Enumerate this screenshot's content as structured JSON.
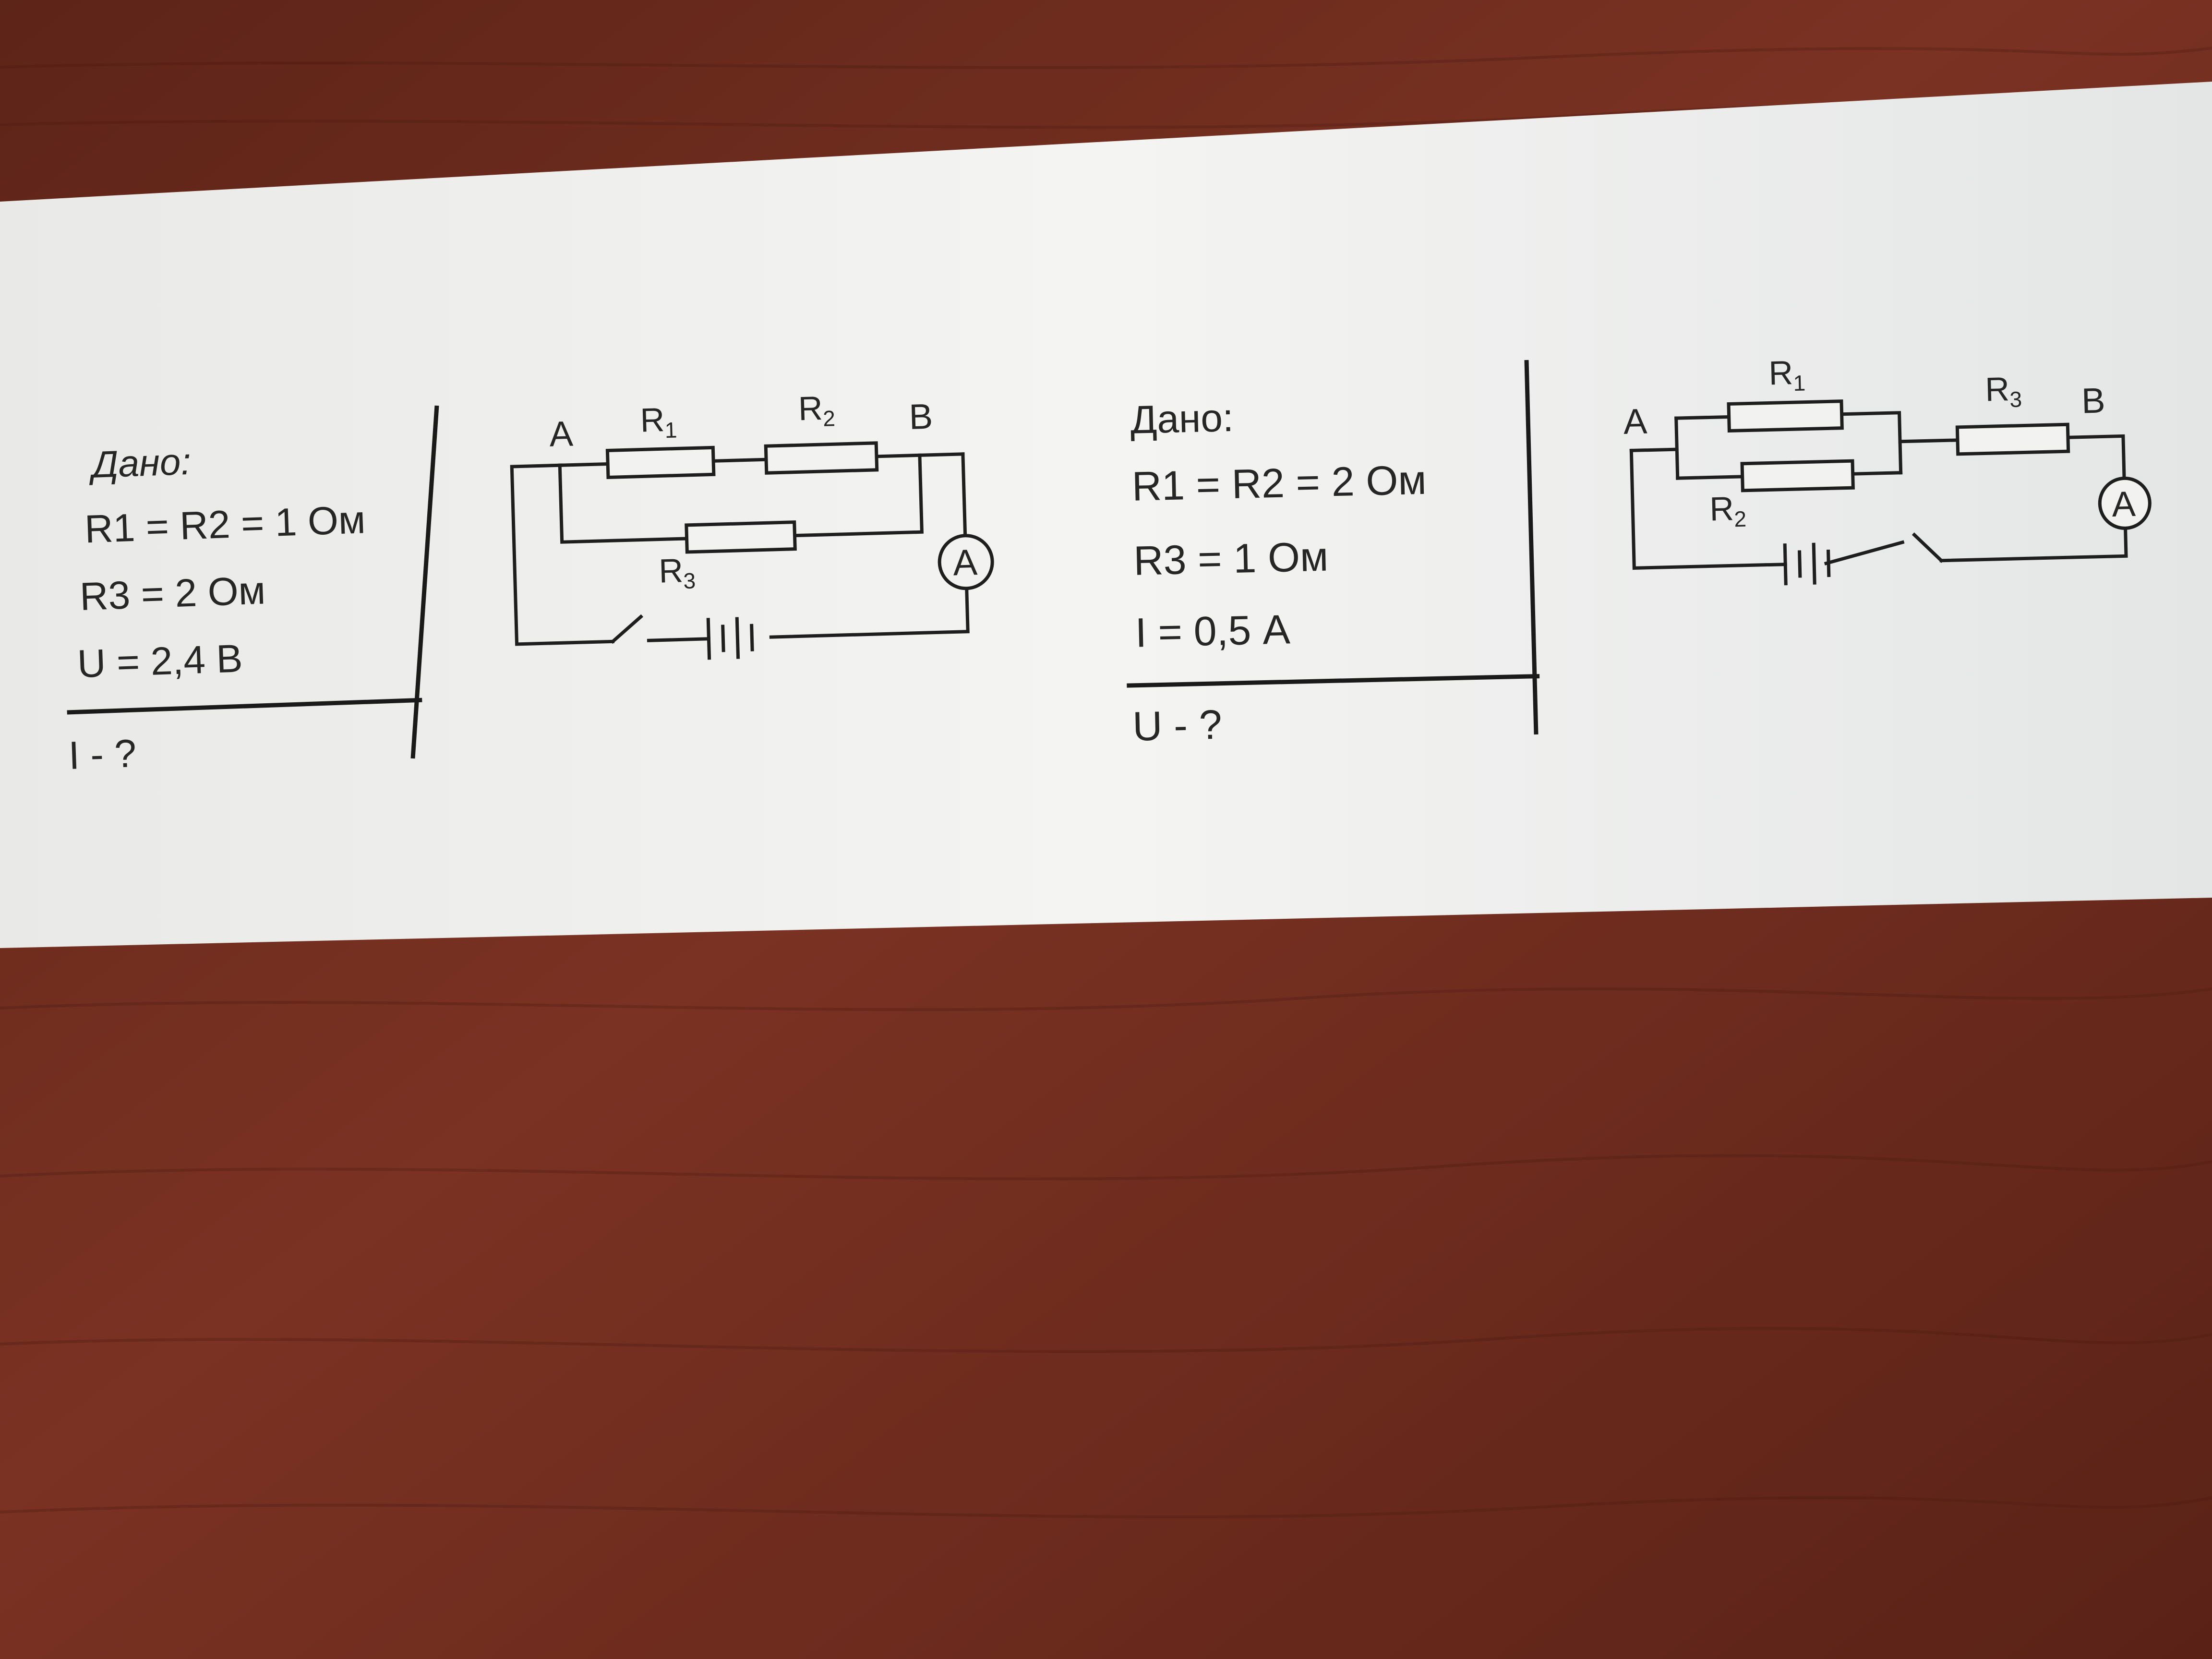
{
  "problem_1": {
    "dano": "Дано:",
    "lines": [
      "R1 = R2 = 1 Ом",
      "R3 = 2 Ом",
      "U = 2,4 В"
    ],
    "find": "I - ?",
    "circuit": {
      "node_a": "A",
      "node_b": "B",
      "r1": "R",
      "r1_sub": "1",
      "r2": "R",
      "r2_sub": "2",
      "r3": "R",
      "r3_sub": "3",
      "ammeter": "A"
    }
  },
  "problem_2": {
    "dano": "Дано:",
    "lines": [
      "R1 = R2 = 2 Ом",
      "R3 = 1 Ом",
      "I = 0,5 А"
    ],
    "find": "U - ?",
    "circuit": {
      "node_a": "A",
      "node_b": "B",
      "r1": "R",
      "r1_sub": "1",
      "r2": "R",
      "r2_sub": "2",
      "r3": "R",
      "r3_sub": "3",
      "ammeter": "A"
    }
  },
  "colors": {
    "table": "#6b2a1d",
    "paper": "#f1f1ef",
    "ink": "#1e1e1e"
  }
}
